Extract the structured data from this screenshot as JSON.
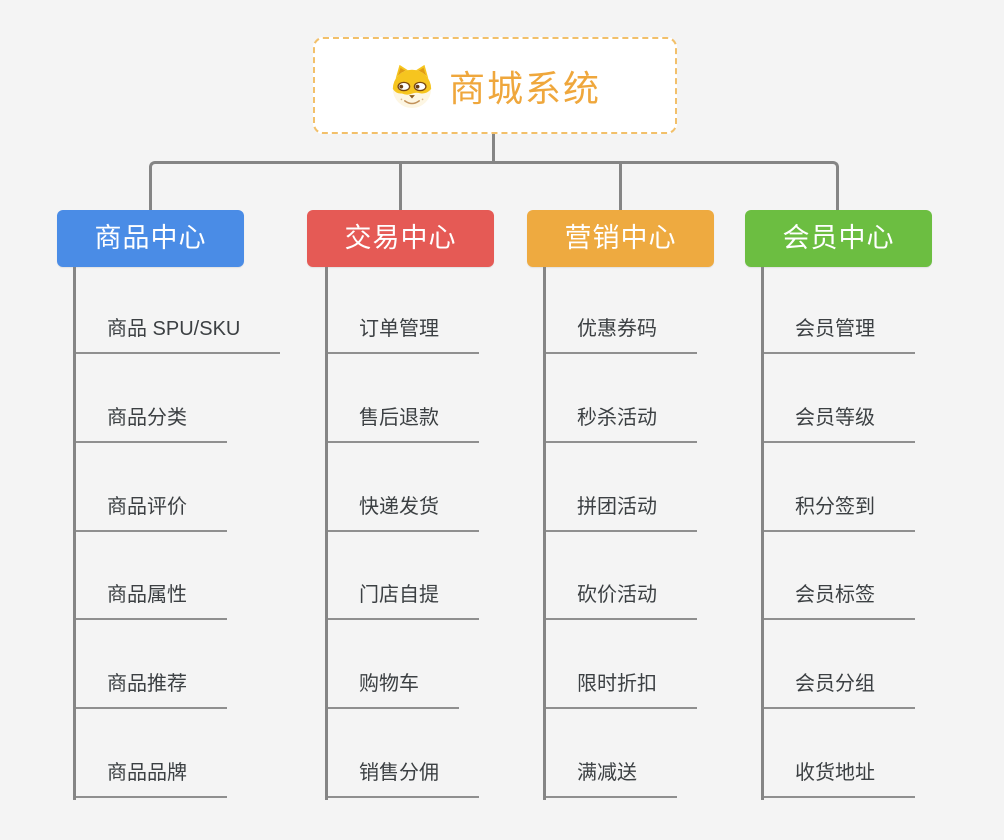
{
  "page": {
    "background_color": "#f4f4f4",
    "connector_color": "#858585",
    "leaf_underline_color": "#8f8f8f",
    "leaf_text_color": "#3c4043"
  },
  "root": {
    "title": "商城系统",
    "icon": "dog-face-icon",
    "border_color": "#f2c06a",
    "text_color": "#efa73c"
  },
  "branches": [
    {
      "label": "商品中心",
      "color": "#4a8ce6",
      "children": [
        "商品 SPU/SKU",
        "商品分类",
        "商品评价",
        "商品属性",
        "商品推荐",
        "商品品牌"
      ]
    },
    {
      "label": "交易中心",
      "color": "#e55a55",
      "children": [
        "订单管理",
        "售后退款",
        "快递发货",
        "门店自提",
        "购物车",
        "销售分佣"
      ]
    },
    {
      "label": "营销中心",
      "color": "#eeaa40",
      "children": [
        "优惠券码",
        "秒杀活动",
        "拼团活动",
        "砍价活动",
        "限时折扣",
        "满减送"
      ]
    },
    {
      "label": "会员中心",
      "color": "#6cbe41",
      "children": [
        "会员管理",
        "会员等级",
        "积分签到",
        "会员标签",
        "会员分组",
        "收货地址"
      ]
    }
  ]
}
